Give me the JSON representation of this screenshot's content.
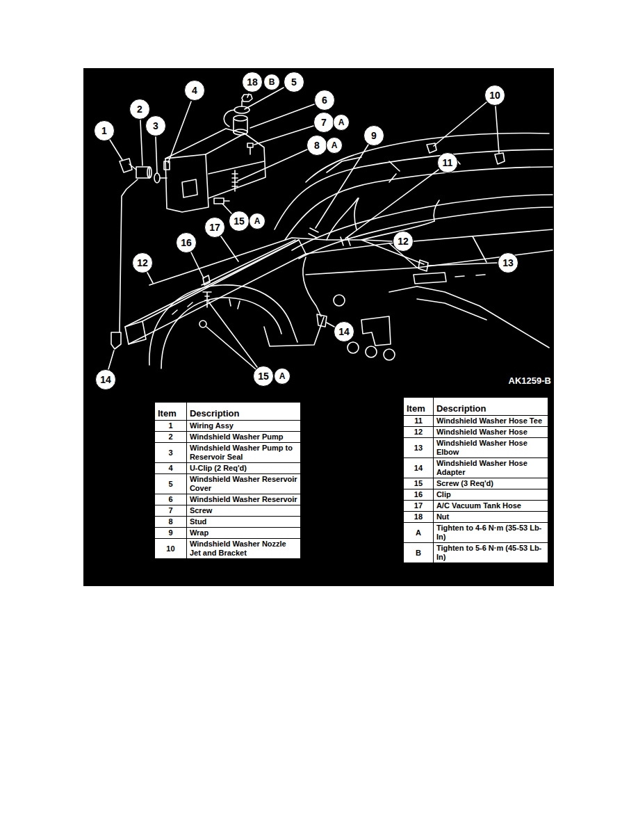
{
  "diagram": {
    "nodes": [
      {
        "text": [
          "18"
        ]
      },
      {
        "text": [
          "B"
        ]
      },
      {
        "text": [
          "5"
        ]
      },
      {
        "text": [
          "4"
        ]
      },
      {
        "text": [
          "10"
        ]
      },
      {
        "text": [
          "2"
        ]
      },
      {
        "text": [
          "6"
        ]
      },
      {
        "text": [
          "7"
        ]
      },
      {
        "text": [
          "A"
        ]
      },
      {
        "text": [
          "3"
        ]
      },
      {
        "text": [
          "1"
        ]
      },
      {
        "text": [
          "9"
        ]
      },
      {
        "text": [
          "8"
        ]
      },
      {
        "text": [
          "A"
        ]
      },
      {
        "text": [
          "11"
        ]
      },
      {
        "text": [
          "15"
        ]
      },
      {
        "text": [
          "A"
        ]
      },
      {
        "text": [
          "17"
        ]
      },
      {
        "text": [
          "16"
        ]
      },
      {
        "text": [
          "12"
        ]
      },
      {
        "text": [
          "12"
        ]
      },
      {
        "text": [
          "13"
        ]
      },
      {
        "text": [
          "14"
        ]
      },
      {
        "text": [
          "14"
        ]
      },
      {
        "text": [
          "15"
        ]
      },
      {
        "text": [
          "A"
        ]
      }
    ],
    "labels": [
      "AK1259-B",
      "Item",
      "Description",
      "1",
      "Wiring Assy",
      "2",
      "Windshield Washer Pump",
      "3",
      "Windshield Washer Pump to Reservoir Seal",
      "4",
      "U-Clip (2 Req'd)",
      "5",
      "Windshield Washer Reservoir Cover",
      "6",
      "Windshield Washer Reservoir",
      "7",
      "Screw",
      "8",
      "Stud",
      "9",
      "Wrap",
      "10",
      "Windshield Washer Nozzle Jet and Bracket",
      "Item",
      "Description",
      "11",
      "Windshield Washer Hose Tee",
      "12",
      "Windshield Washer Hose",
      "13",
      "Windshield Washer Hose Elbow",
      "14",
      "Windshield Washer Hose Adapter",
      "15",
      "Screw (3 Req'd)",
      "16",
      "Clip",
      "17",
      "A/C Vacuum Tank Hose",
      "18",
      "Nut",
      "A",
      "Tighten to 4-6 N·m (35-53 Lb-In)",
      "B",
      "Tighten to 5-6 N·m (45-53 Lb-In)"
    ]
  }
}
